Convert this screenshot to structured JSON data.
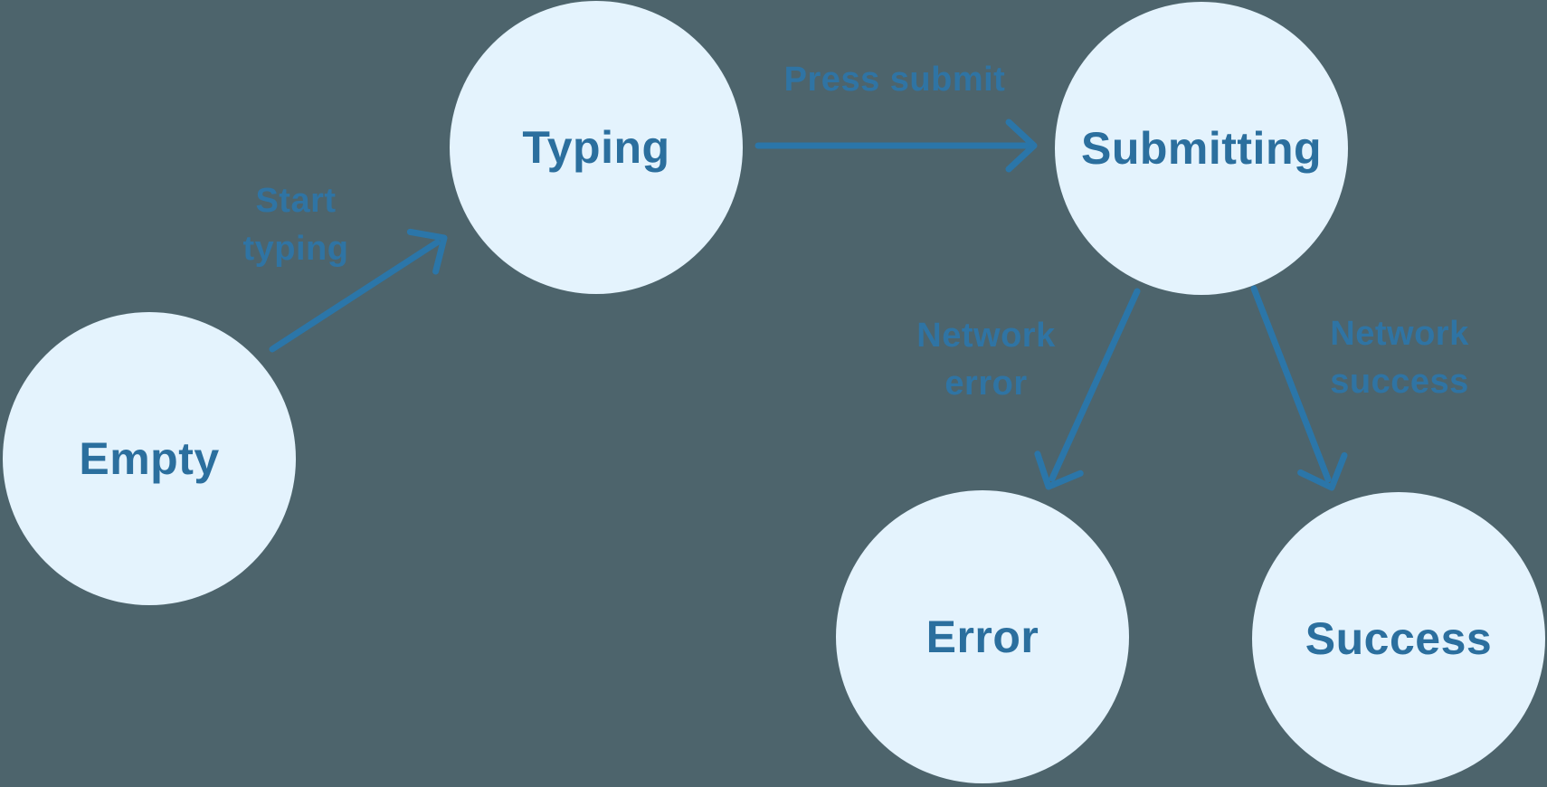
{
  "diagram": {
    "type": "state-machine",
    "background_color": "#4d646c",
    "node_fill_color": "#e4f3fd",
    "node_text_color": "#2b6f9e",
    "edge_color": "#2b76a9",
    "edge_label_color": "#2f74a4",
    "nodes": [
      {
        "id": "empty",
        "label": "Empty"
      },
      {
        "id": "typing",
        "label": "Typing"
      },
      {
        "id": "submitting",
        "label": "Submitting"
      },
      {
        "id": "error",
        "label": "Error"
      },
      {
        "id": "success",
        "label": "Success"
      }
    ],
    "edges": [
      {
        "from": "Empty",
        "to": "Typing",
        "label_line1": "Start",
        "label_line2": "typing"
      },
      {
        "from": "Typing",
        "to": "Submitting",
        "label_line1": "Press submit"
      },
      {
        "from": "Submitting",
        "to": "Error",
        "label_line1": "Network",
        "label_line2": "error"
      },
      {
        "from": "Submitting",
        "to": "Success",
        "label_line1": "Network",
        "label_line2": "success"
      }
    ]
  }
}
